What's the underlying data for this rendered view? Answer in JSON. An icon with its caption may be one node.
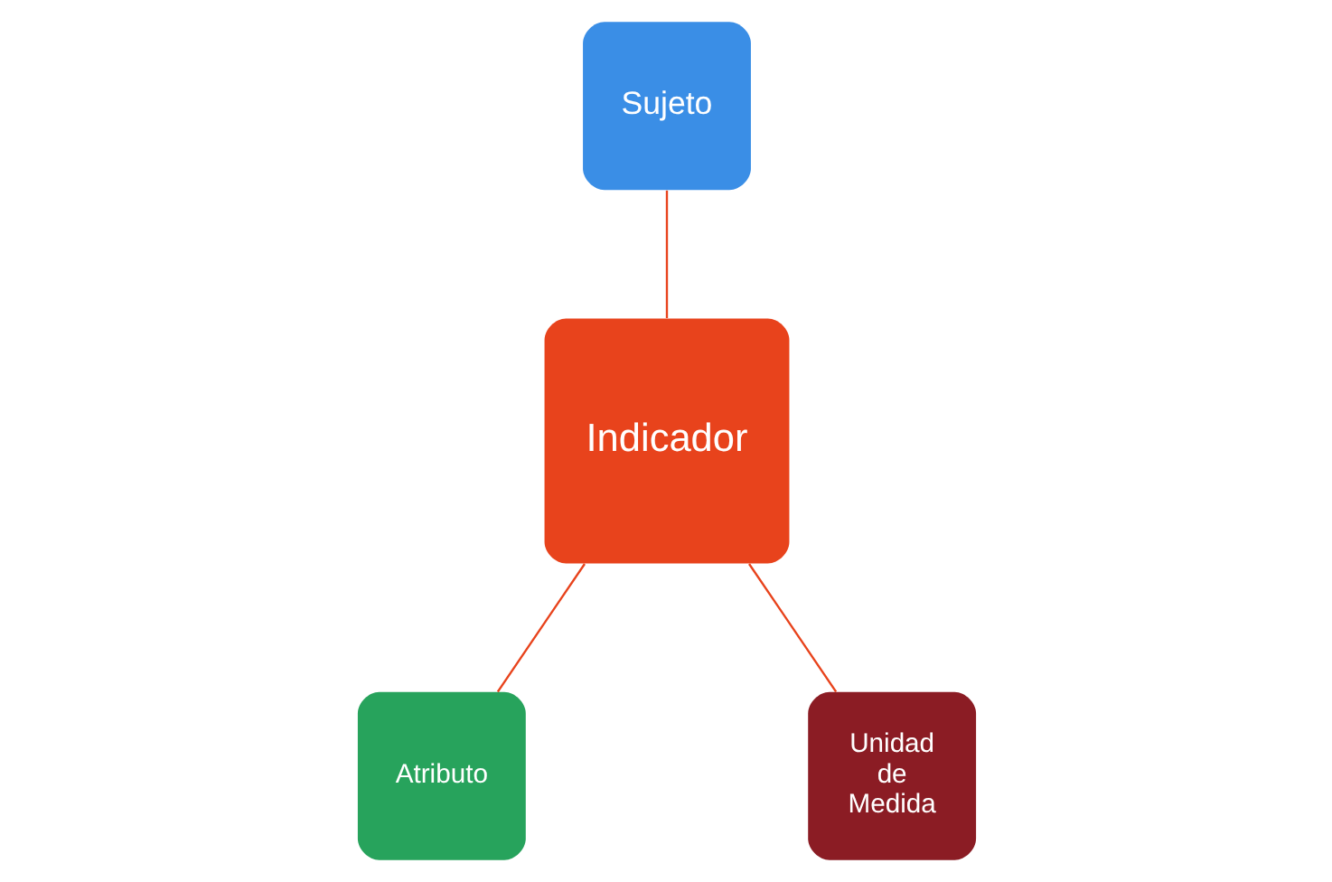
{
  "diagram": {
    "nodes": [
      {
        "text": [
          "Sujeto"
        ]
      },
      {
        "text": [
          "Indicador"
        ]
      },
      {
        "text": [
          "Atributo"
        ]
      },
      {
        "text": [
          "Unidad de Medida"
        ]
      }
    ],
    "edges": [
      {
        "from": 0,
        "to": 1,
        "arrow": "none"
      },
      {
        "from": 1,
        "to": 2,
        "arrow": "none"
      },
      {
        "from": 1,
        "to": 3,
        "arrow": "none"
      }
    ]
  }
}
